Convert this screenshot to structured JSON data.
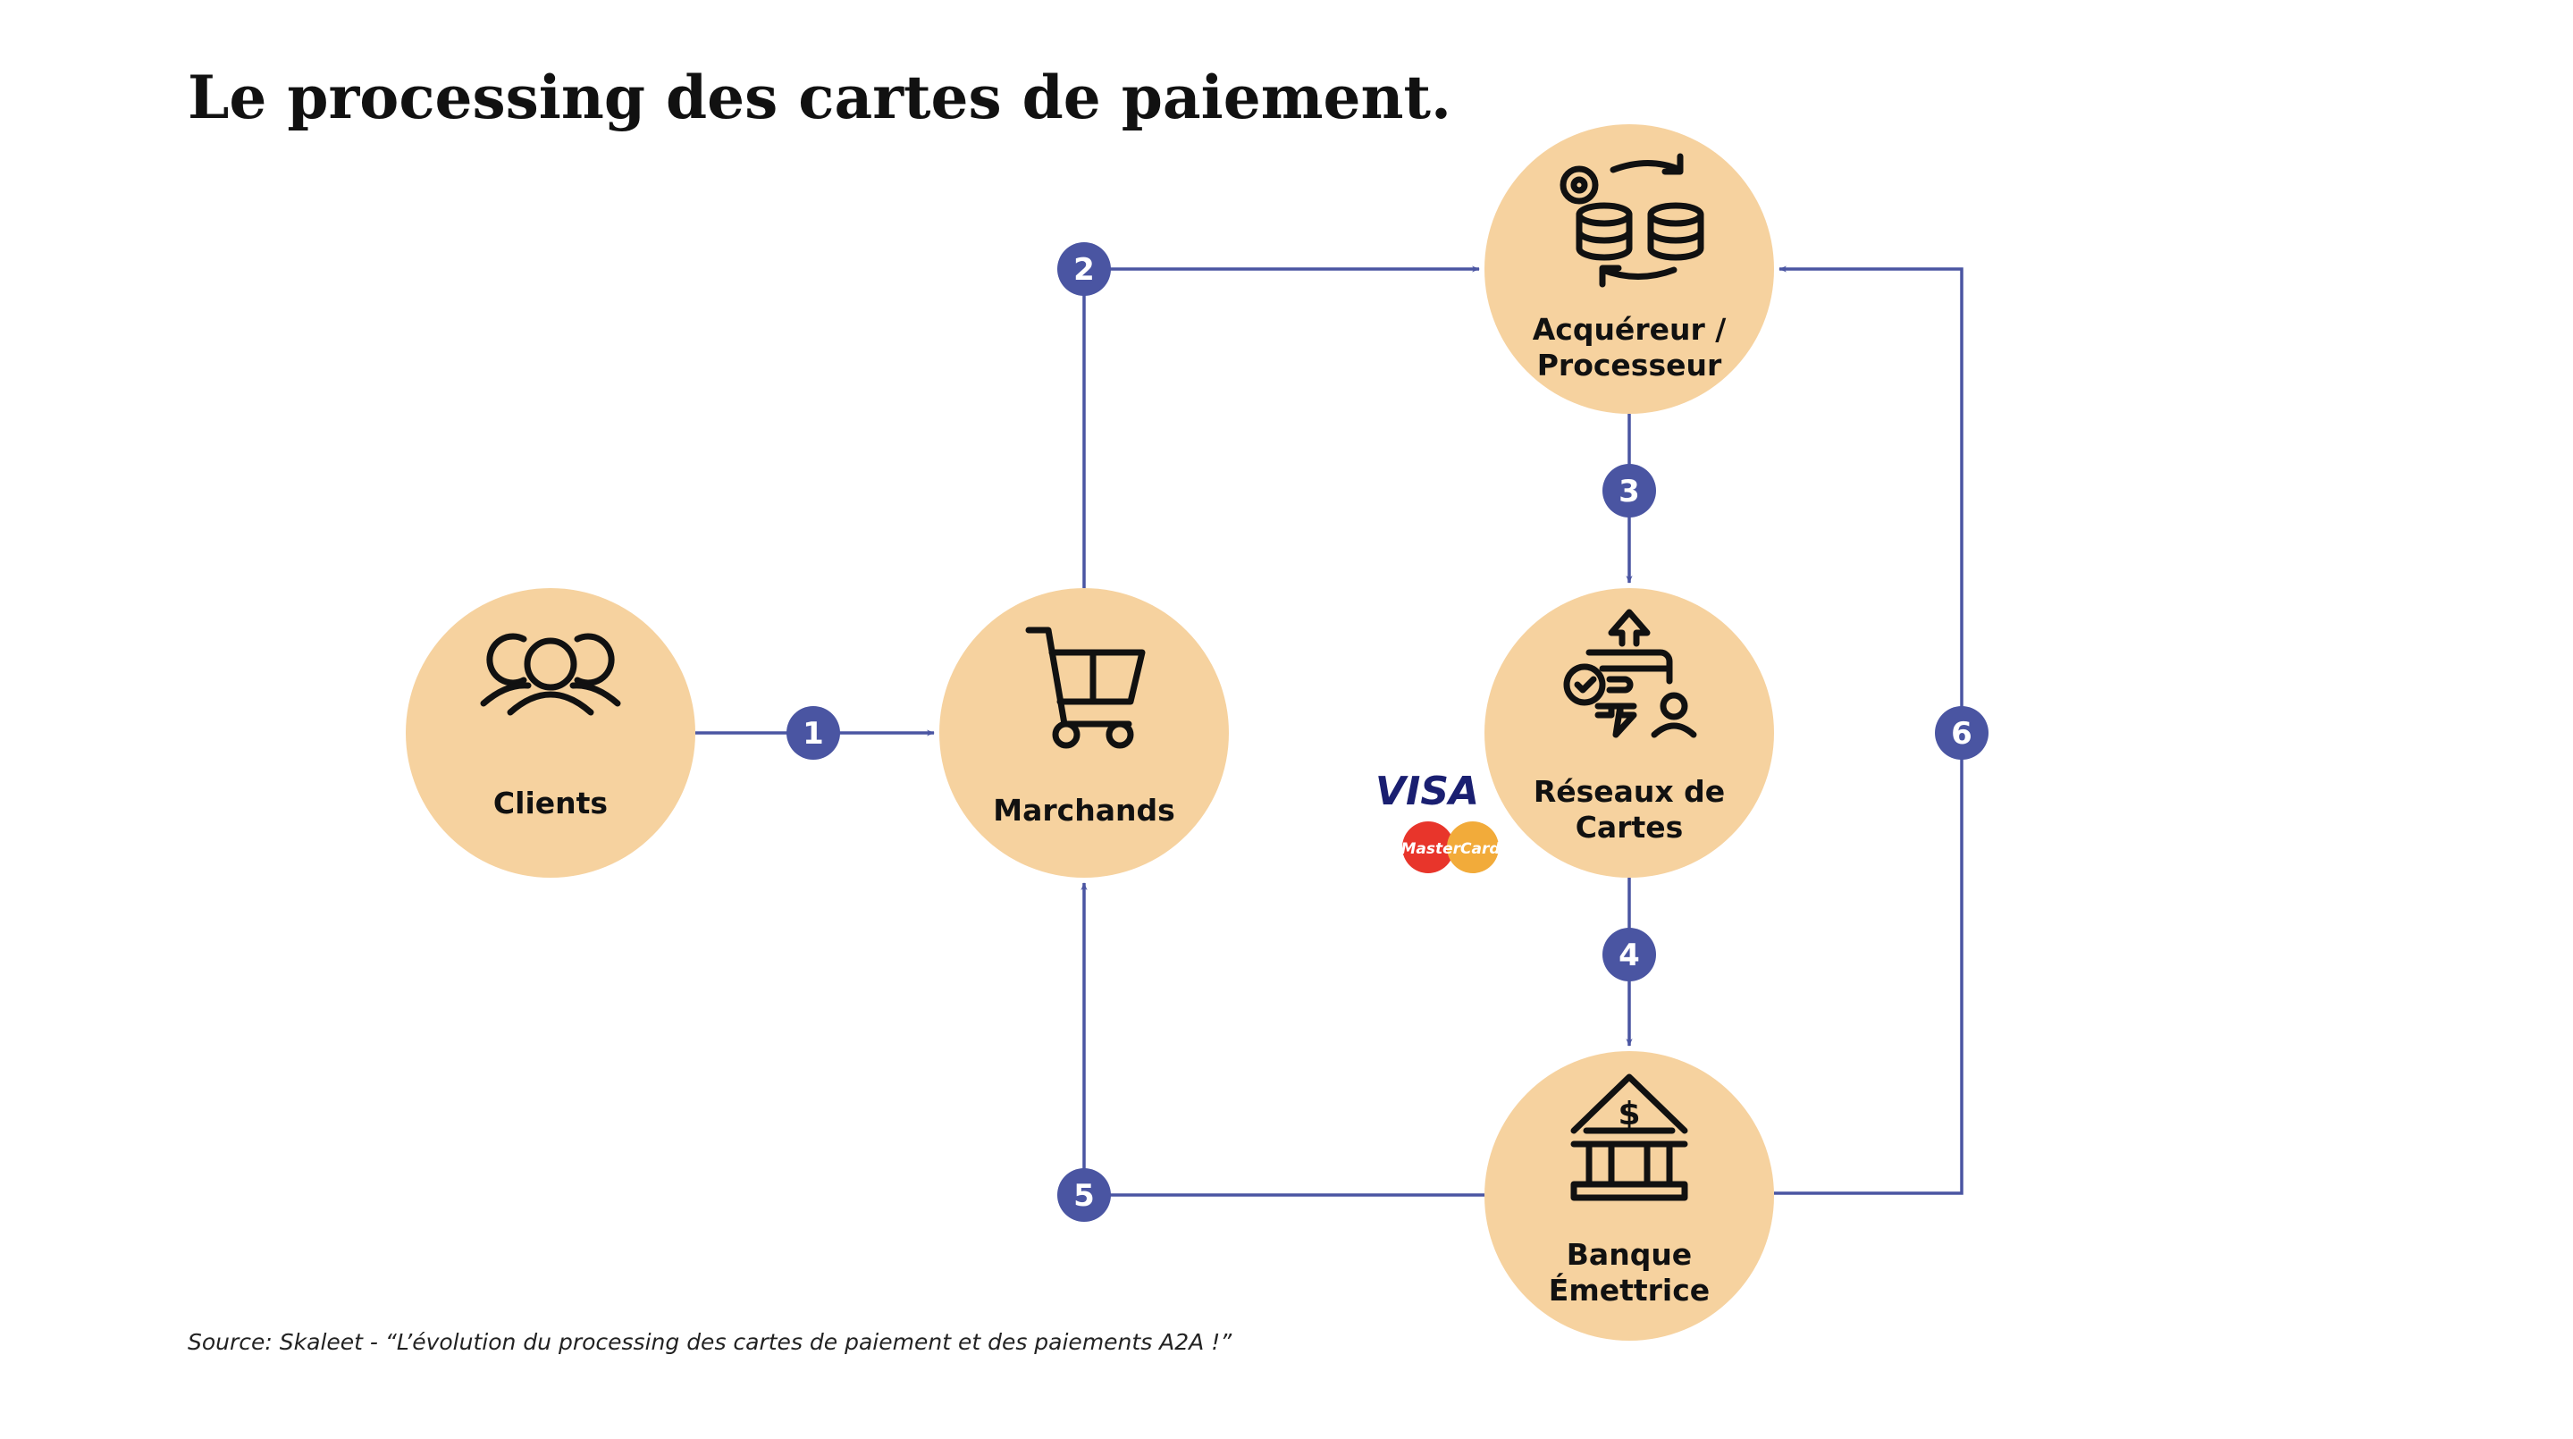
{
  "title": "Le processing des cartes de paiement.",
  "source": "Source: Skaleet - “L’évolution du processing des cartes de paiement et des paiements A2A !”",
  "nodes": {
    "clients": {
      "label": "Clients",
      "icon": "people-icon"
    },
    "marchands": {
      "label": "Marchands",
      "icon": "shopping-cart-icon"
    },
    "acquereur": {
      "line1": "Acquéreur /",
      "line2": "Processeur",
      "icon": "database-sync-icon"
    },
    "reseaux": {
      "line1": "Réseaux de",
      "line2": "Cartes",
      "icon": "transfer-network-icon"
    },
    "banque": {
      "line1": "Banque",
      "line2": "Émettrice",
      "icon": "bank-icon"
    }
  },
  "steps": [
    "1",
    "2",
    "3",
    "4",
    "5",
    "6"
  ],
  "logos": {
    "visa": "VISA",
    "mastercard": "MasterCard"
  },
  "colors": {
    "node": "#f6d29f",
    "flow": "#4a55a2",
    "visa": "#1a1f71",
    "mc_red": "#e8352b",
    "mc_yellow": "#f2ab3a"
  }
}
